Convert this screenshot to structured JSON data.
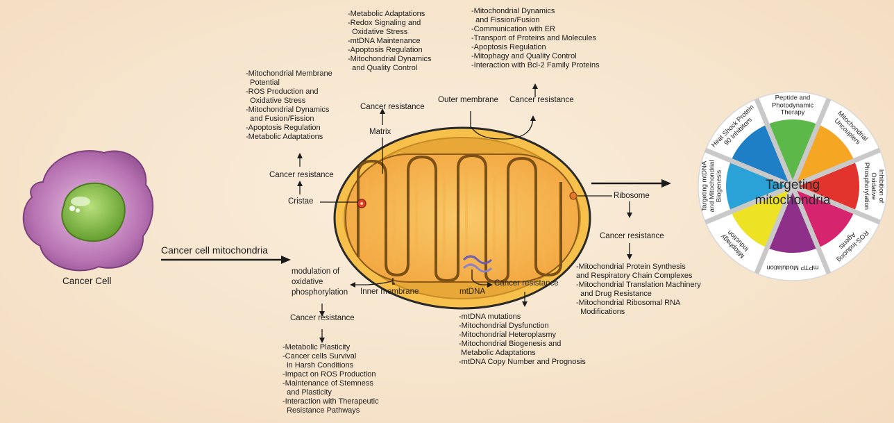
{
  "cell_label": "Cancer Cell",
  "cell_mito_label": "Cancer cell mitochondria",
  "labels": {
    "cristae": "Cristae",
    "matrix": "Matrix",
    "outer_membrane": "Outer membrane",
    "inner_membrane": "Inner membrane",
    "mtdna": "mtDNA",
    "ribosome": "Ribosome",
    "modulation": [
      "modulation of",
      "oxidative",
      "phosphorylation"
    ]
  },
  "resistance_label": "Cancer resistance",
  "lists": {
    "cristae": [
      "-Mitochondrial Membrane",
      "  Potential",
      "-ROS Production and",
      "  Oxidative Stress",
      "-Mitochondrial Dynamics",
      "  and Fusion/Fission",
      "-Apoptosis Regulation",
      "-Metabolic Adaptations"
    ],
    "matrix": [
      "-Metabolic Adaptations",
      "-Redox Signaling and",
      "  Oxidative Stress",
      "-mtDNA Maintenance",
      "-Apoptosis Regulation",
      "-Mitochondrial Dynamics",
      "  and Quality Control"
    ],
    "outer": [
      "-Mitochondrial Dynamics",
      "  and Fission/Fusion",
      "-Communication with ER",
      "-Transport of Proteins and Molecules",
      "-Apoptosis Regulation",
      "-Mitophagy and Quality Control",
      "-Interaction with Bcl-2 Family Proteins"
    ],
    "ribosome": [
      "-Mitochondrial Protein Synthesis",
      "and Respiratory Chain Complexes",
      "-Mitochondrial Translation Machinery",
      "  and Drug Resistance",
      "-Mitochondrial Ribosomal RNA",
      "  Modifications"
    ],
    "mtdna": [
      "-mtDNA mutations",
      "-Mitochondrial Dysfunction",
      "-Mitochondrial Heteroplasmy",
      "-Mitochondrial Biogenesis and",
      " Metabolic Adaptations",
      "-mtDNA Copy Number and Prognosis"
    ],
    "inner": [
      "-Metabolic Plasticity",
      "-Cancer cells Survival",
      "  in Harsh Conditions",
      "-Impact on ROS Production",
      "-Maintenance of Stemness",
      "  and Plasticity",
      "-Interaction with Therapeutic",
      "  Resistance Pathways"
    ]
  },
  "wheel": {
    "center": [
      "Targeting",
      "mitochondria"
    ],
    "segments": [
      [
        "Peptide and",
        "Photodynamic",
        "Therapy"
      ],
      [
        "Mitochondrial",
        "Uncouplers"
      ],
      [
        "Inhibition of",
        "Oxidative",
        "Phosphorylation"
      ],
      [
        "ROS-Inducing",
        "Agents"
      ],
      [
        "mPTP Modulation"
      ],
      [
        "Mitophagy",
        "Induction"
      ],
      [
        "Targeting mtDNA",
        "and Mitochondrial",
        "Biogenesis"
      ],
      [
        "Heat Shock Protein",
        "90 Inhibitors"
      ]
    ],
    "colors": [
      "#5cb848",
      "#f5a623",
      "#e2332d",
      "#d6246e",
      "#8e2f8a",
      "#ede224",
      "#2aa2d8",
      "#1e7fc6"
    ]
  }
}
